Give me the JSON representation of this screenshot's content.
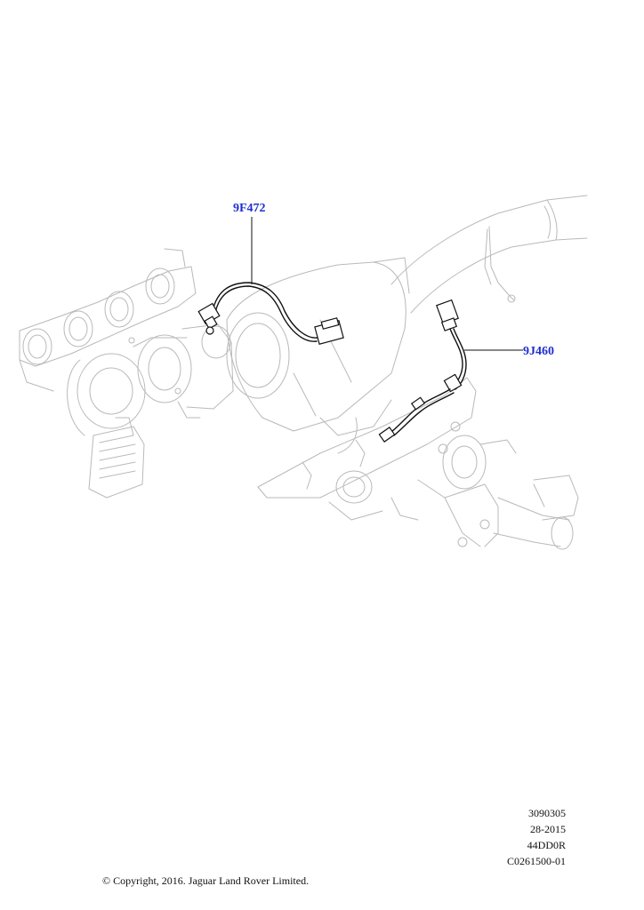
{
  "callouts": [
    {
      "part_number": "9F472"
    },
    {
      "part_number": "9J460"
    }
  ],
  "reference_codes": [
    "3090305",
    "28-2015",
    "44DD0R",
    "C0261500-01"
  ],
  "copyright": "© Copyright, 2016. Jaguar Land Rover Limited.",
  "colors": {
    "callout": "#1f2fd0",
    "line_art": "#b9b9b9",
    "wire": "#111111"
  }
}
